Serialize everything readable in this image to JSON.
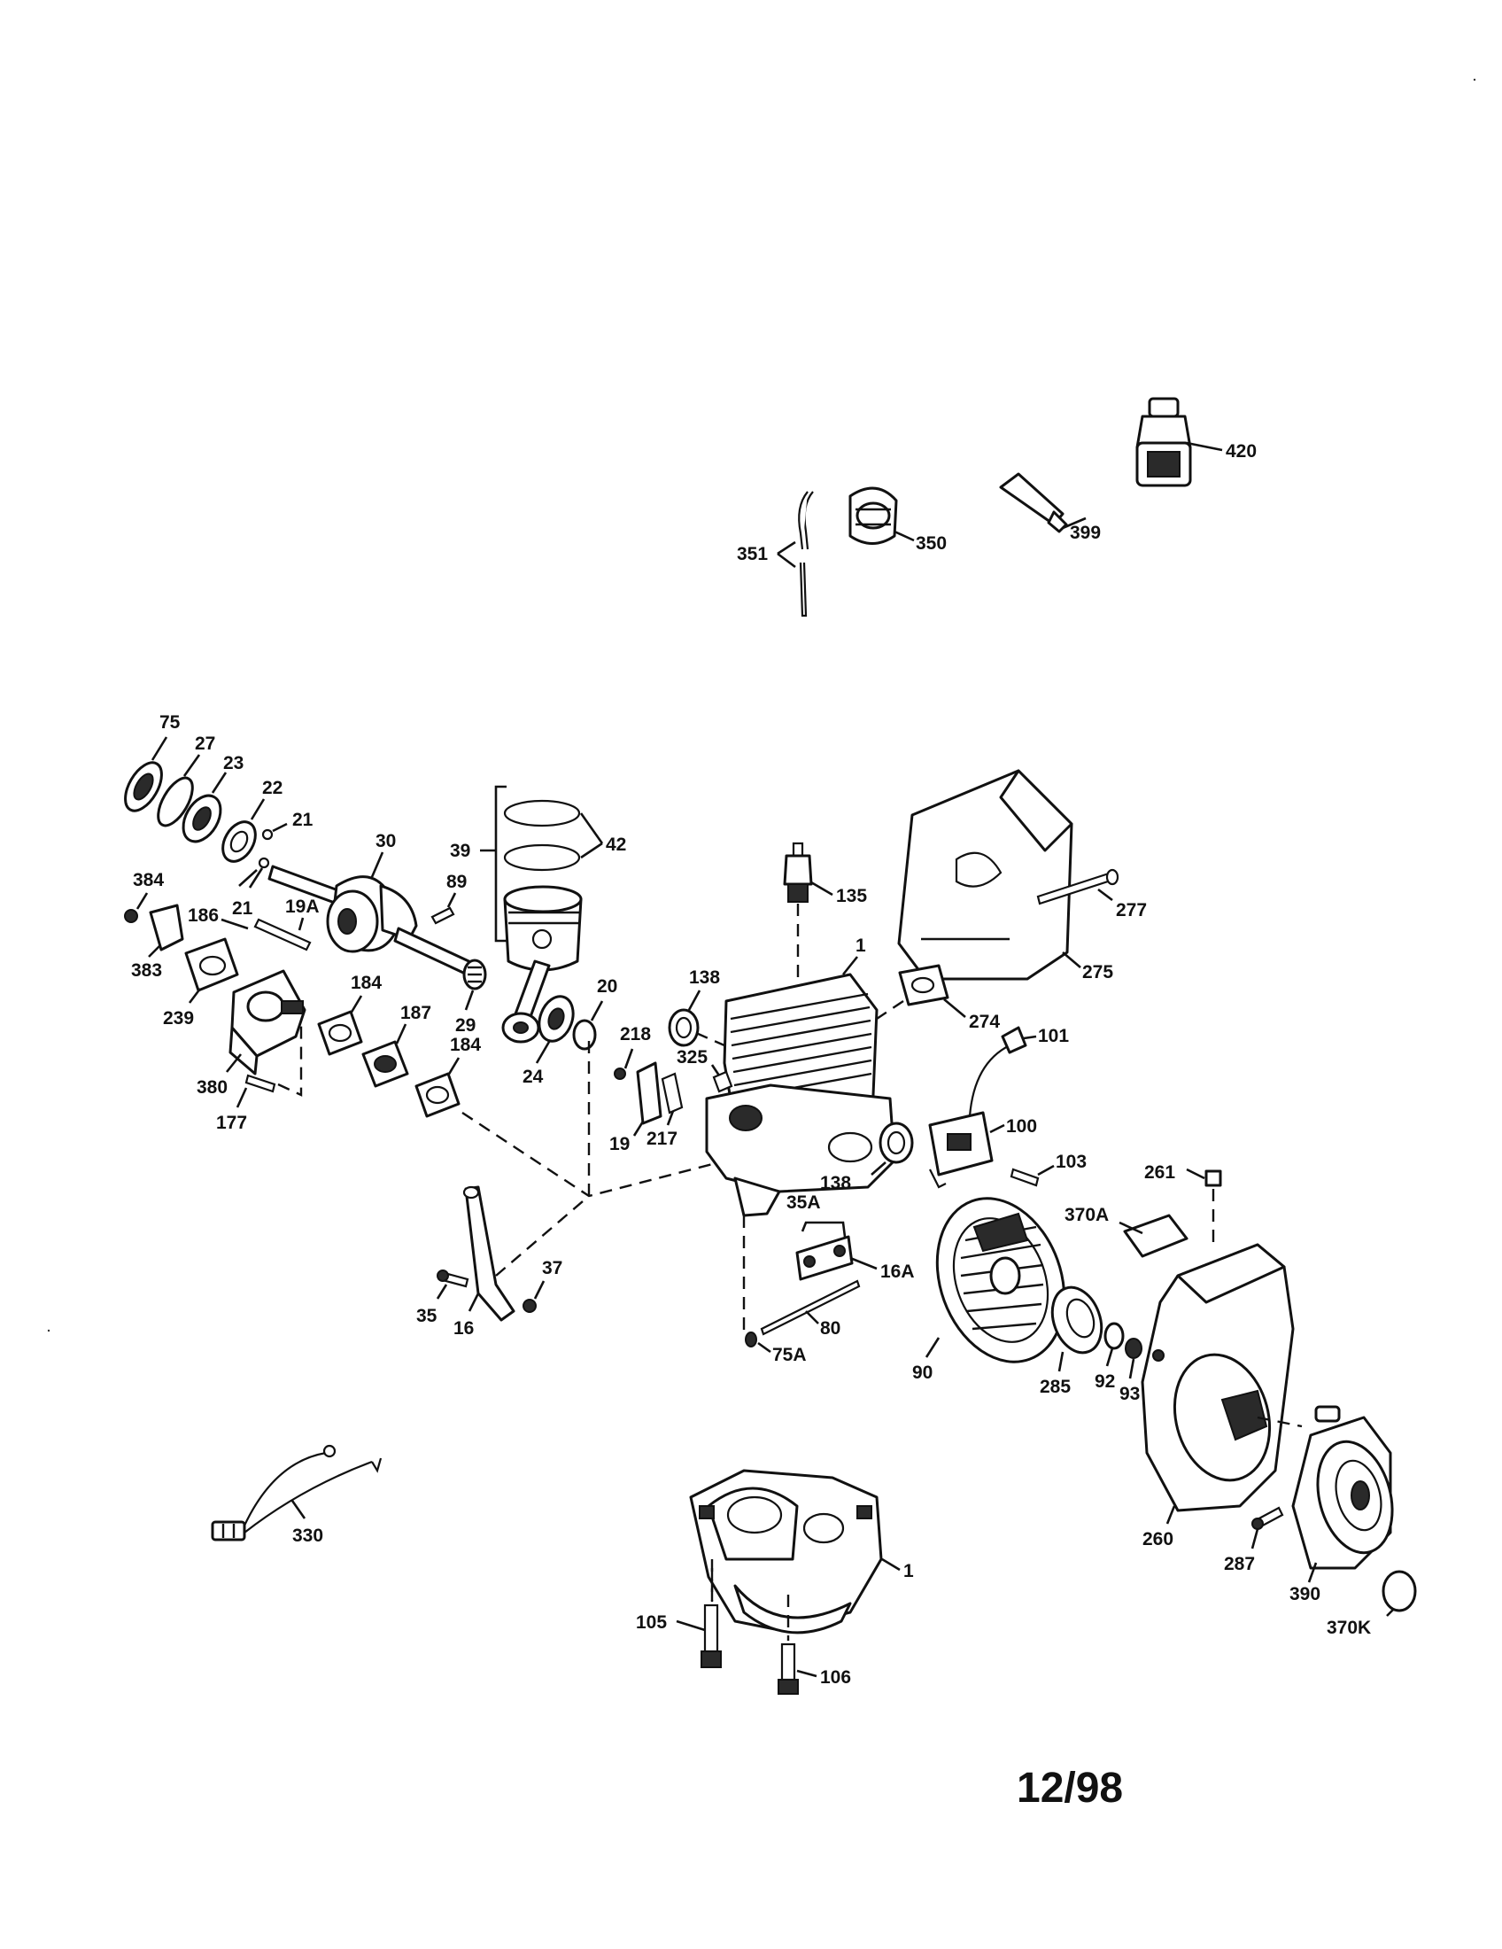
{
  "labels": {
    "p420": "420",
    "p399": "399",
    "p350": "350",
    "p351": "351",
    "p75": "75",
    "p27": "27",
    "p23": "23",
    "p22": "22",
    "p21a": "21",
    "p21b": "21",
    "p30": "30",
    "p39": "39",
    "p42": "42",
    "p89": "89",
    "p135": "135",
    "p277": "277",
    "p384": "384",
    "p186": "186",
    "p19a": "19A",
    "p383": "383",
    "p239": "239",
    "p184a": "184",
    "p187": "187",
    "p184b": "184",
    "p29": "29",
    "p24": "24",
    "p20": "20",
    "p138a": "138",
    "p1a": "1",
    "p275": "275",
    "p274": "274",
    "p218": "218",
    "p325": "325",
    "p101": "101",
    "p100": "100",
    "p103": "103",
    "p380": "380",
    "p177": "177",
    "p19": "19",
    "p217": "217",
    "p138b": "138",
    "p35a": "35A",
    "p16a": "16A",
    "p261": "261",
    "p370a": "370A",
    "p37": "37",
    "p35": "35",
    "p16": "16",
    "p80": "80",
    "p75a": "75A",
    "p90": "90",
    "p285": "285",
    "p92": "92",
    "p93": "93",
    "p330": "330",
    "p1b": "1",
    "p260": "260",
    "p287": "287",
    "p390": "390",
    "p370k": "370K",
    "p105": "105",
    "p106": "106"
  },
  "footer": {
    "date": "12/98"
  }
}
